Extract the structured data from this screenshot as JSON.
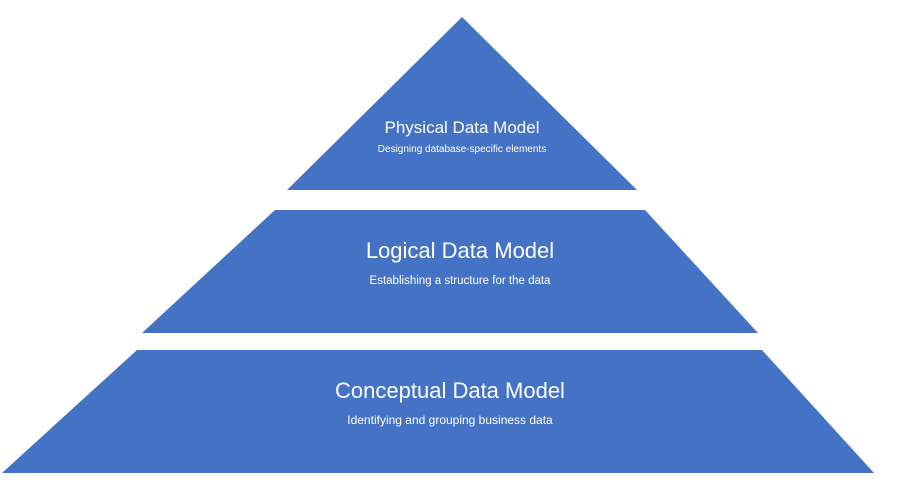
{
  "pyramid": {
    "fill_color": "#4472C4",
    "text_color": "#FFFFFF",
    "levels": [
      {
        "title": "Physical Data Model",
        "subtitle": "Designing database-specific elements"
      },
      {
        "title": "Logical Data Model",
        "subtitle": "Establishing a structure for the data"
      },
      {
        "title": "Conceptual Data Model",
        "subtitle": "Identifying and grouping business data"
      }
    ]
  }
}
